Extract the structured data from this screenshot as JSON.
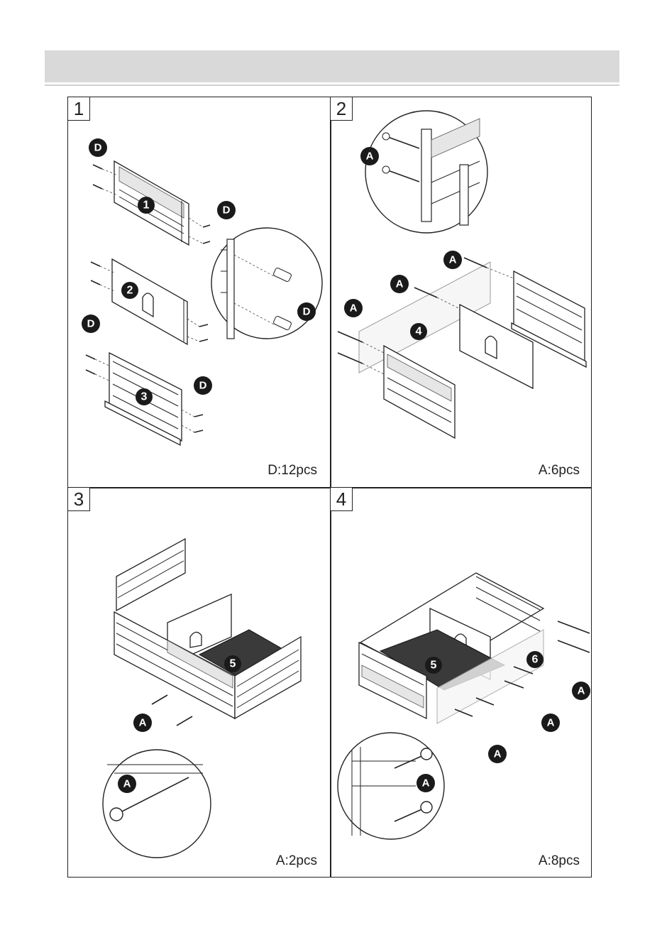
{
  "steps": [
    {
      "number": "1",
      "quantity": "D:12pcs"
    },
    {
      "number": "2",
      "quantity": "A:6pcs"
    },
    {
      "number": "3",
      "quantity": "A:2pcs"
    },
    {
      "number": "4",
      "quantity": "A:8pcs"
    }
  ],
  "hardware_labels": {
    "dowel": "D",
    "screw": "A"
  },
  "part_numbers": {
    "p1": "1",
    "p2": "2",
    "p3": "3",
    "p4": "4",
    "p5": "5",
    "p6": "6"
  }
}
